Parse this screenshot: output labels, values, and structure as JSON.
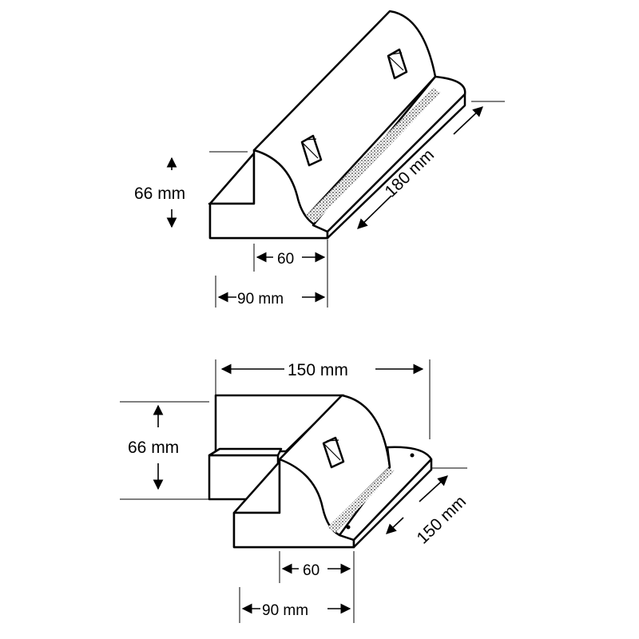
{
  "diagrams": [
    {
      "height_label": "66 mm",
      "inner_width_label": "60",
      "base_width_label": "90 mm",
      "length_label": "180 mm"
    },
    {
      "height_label": "66 mm",
      "inner_width_label": "60",
      "base_width_label": "90 mm",
      "top_width_label": "150 mm",
      "length_label": "150 mm"
    }
  ],
  "colors": {
    "line": "#000000",
    "background": "#ffffff"
  }
}
